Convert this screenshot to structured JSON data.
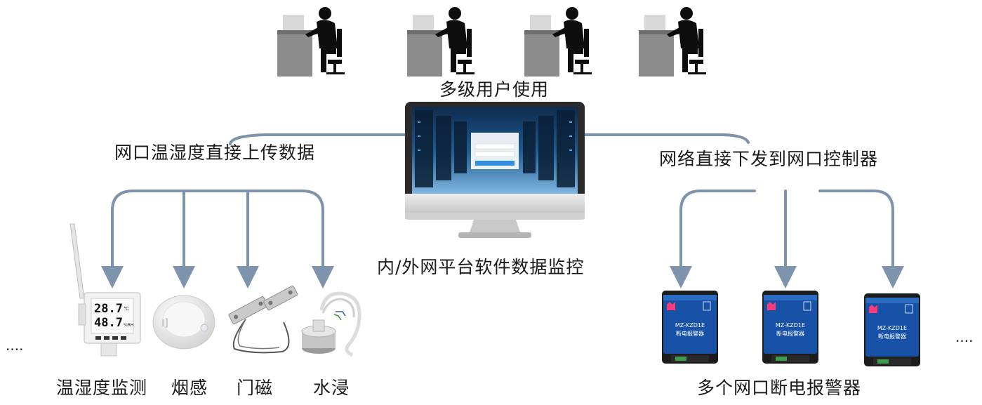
{
  "labels": {
    "multi_user": "多级用户使用",
    "upload": "网口温湿度直接上传数据",
    "platform": "内/外网平台软件数据监控",
    "download": "网络直接下发到网口控制器",
    "temp_humidity": "温湿度监测",
    "smoke": "烟感",
    "door": "门磁",
    "water": "水浸",
    "alarms": "多个网口断电报警器",
    "ellipsis_left": "....",
    "ellipsis_right": "...."
  },
  "sensor_display": {
    "temperature": "28.7",
    "temp_unit": "℃",
    "humidity": "48.7",
    "hum_unit": "%RH"
  },
  "alarm_device": {
    "model": "MZ-KZD1E",
    "name": "断电报警器"
  },
  "colors": {
    "arrow": "#7d94ac",
    "person": "#0d0d0d",
    "desk": "#8c8c8c",
    "device_blue": "#1752a6"
  }
}
